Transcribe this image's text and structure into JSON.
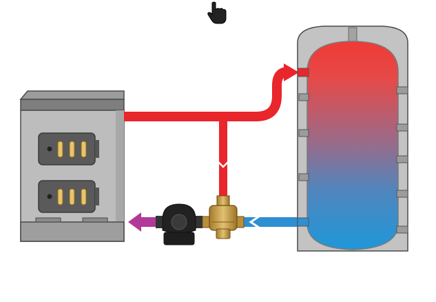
{
  "diagram": {
    "components": [
      {
        "id": "boiler",
        "icon": "solid-fuel-boiler-icon"
      },
      {
        "id": "buffer_tank",
        "icon": "buffer-tank-icon"
      },
      {
        "id": "pump",
        "icon": "circulation-pump-icon"
      },
      {
        "id": "mixing_valve",
        "icon": "thermostatic-mixing-valve-icon"
      },
      {
        "id": "cursor",
        "icon": "hand-pointer-icon"
      }
    ],
    "flows": [
      {
        "name": "hot-supply",
        "from": "boiler",
        "to": "buffer_tank",
        "color": "#e8262b"
      },
      {
        "name": "bypass",
        "from": "hot-supply",
        "to": "mixing_valve",
        "color": "#e8262b"
      },
      {
        "name": "cold-return",
        "from": "buffer_tank",
        "to": "mixing_valve",
        "color": "#2e8fd3"
      },
      {
        "name": "mixed-return",
        "from": "pump",
        "to": "boiler",
        "color": "#b0399a"
      }
    ],
    "colors": {
      "hot": "#e8262b",
      "cold": "#2e8fd3",
      "mixed": "#b0399a",
      "casing": "#b8b8b8",
      "casing_dark": "#5a5a5a",
      "brass": "#c9a24f"
    }
  }
}
